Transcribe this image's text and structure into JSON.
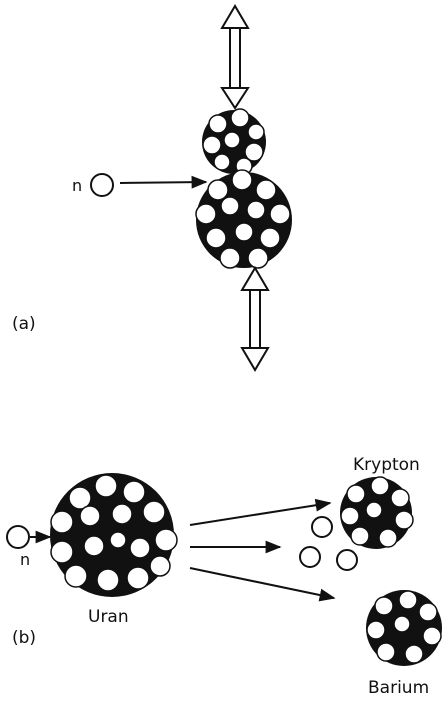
{
  "panel_a": {
    "label": "(a)",
    "neutron_label": "n"
  },
  "panel_b": {
    "label": "(b)",
    "neutron_label": "n",
    "parent_nucleus": "Uran",
    "product_top": "Krypton",
    "product_bottom": "Barium"
  },
  "colors": {
    "ink": "#111111",
    "paper": "#ffffff"
  }
}
